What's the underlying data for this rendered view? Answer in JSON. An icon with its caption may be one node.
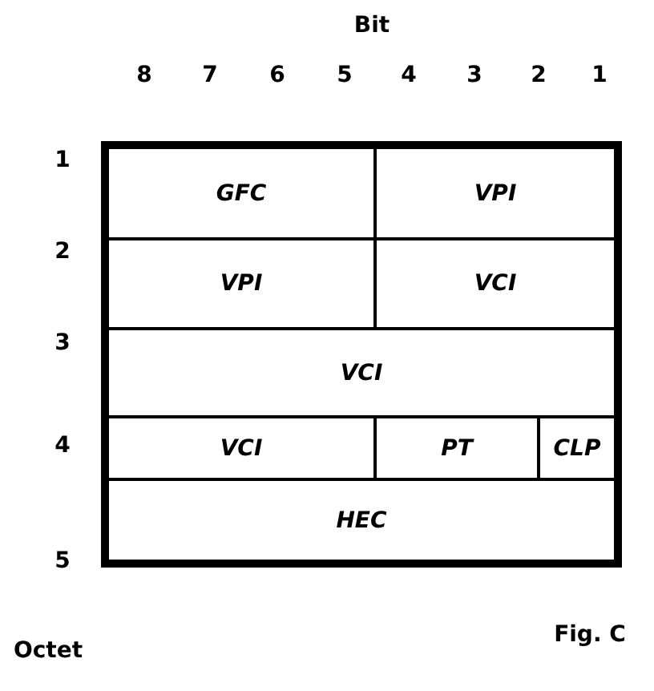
{
  "diagram": {
    "caption": "Fig. C",
    "labels": [
      "Bit",
      "8",
      "7",
      "6",
      "5",
      "4",
      "3",
      "2",
      "1",
      "1",
      "2",
      "3",
      "4",
      "5",
      "GFC",
      "VPI",
      "VPI",
      "VCI",
      "VCI",
      "VCI",
      "PT",
      "CLP",
      "HEC",
      "Octet"
    ]
  }
}
